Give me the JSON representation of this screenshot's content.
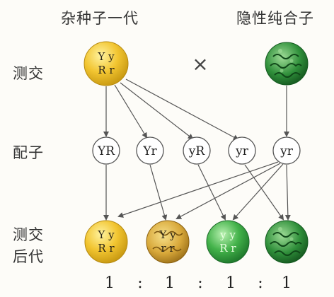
{
  "headers": {
    "hybrid": "杂种子一代",
    "recessive": "隐性纯合子"
  },
  "rows": {
    "testcross": "测交",
    "gametes": "配子",
    "offspring_line1": "测交",
    "offspring_line2": "后代"
  },
  "cross_symbol": "×",
  "parents": {
    "hybrid": {
      "line1": "Y y",
      "line2": "R r",
      "color": "yellow",
      "shape": "round"
    },
    "recessive": {
      "line1": "",
      "line2": "",
      "color": "green",
      "shape": "wrinkled"
    }
  },
  "gametes": [
    "YR",
    "Yr",
    "yR",
    "yr",
    "yr"
  ],
  "offspring": [
    {
      "line1": "Y y",
      "line2": "R r",
      "color": "yellow",
      "shape": "round"
    },
    {
      "line1": "Y y",
      "line2": "r r",
      "color": "yellow",
      "shape": "wrinkled"
    },
    {
      "line1": "y y",
      "line2": "R r",
      "color": "green",
      "shape": "round"
    },
    {
      "line1": "",
      "line2": "",
      "color": "green",
      "shape": "wrinkled"
    }
  ],
  "ratio": [
    "1",
    ":",
    "1",
    ":",
    "1",
    ":",
    "1"
  ],
  "colors": {
    "yellow_light": "#fff3a0",
    "yellow": "#f2c531",
    "yellow_dark": "#c99a12",
    "wrinkled_yellow": "#d8a83a",
    "green_light": "#b8f0b0",
    "green": "#43b24a",
    "green_dark": "#1f7a2c",
    "wrinkled_green": "#2f8f3a",
    "arrow": "#555555"
  }
}
